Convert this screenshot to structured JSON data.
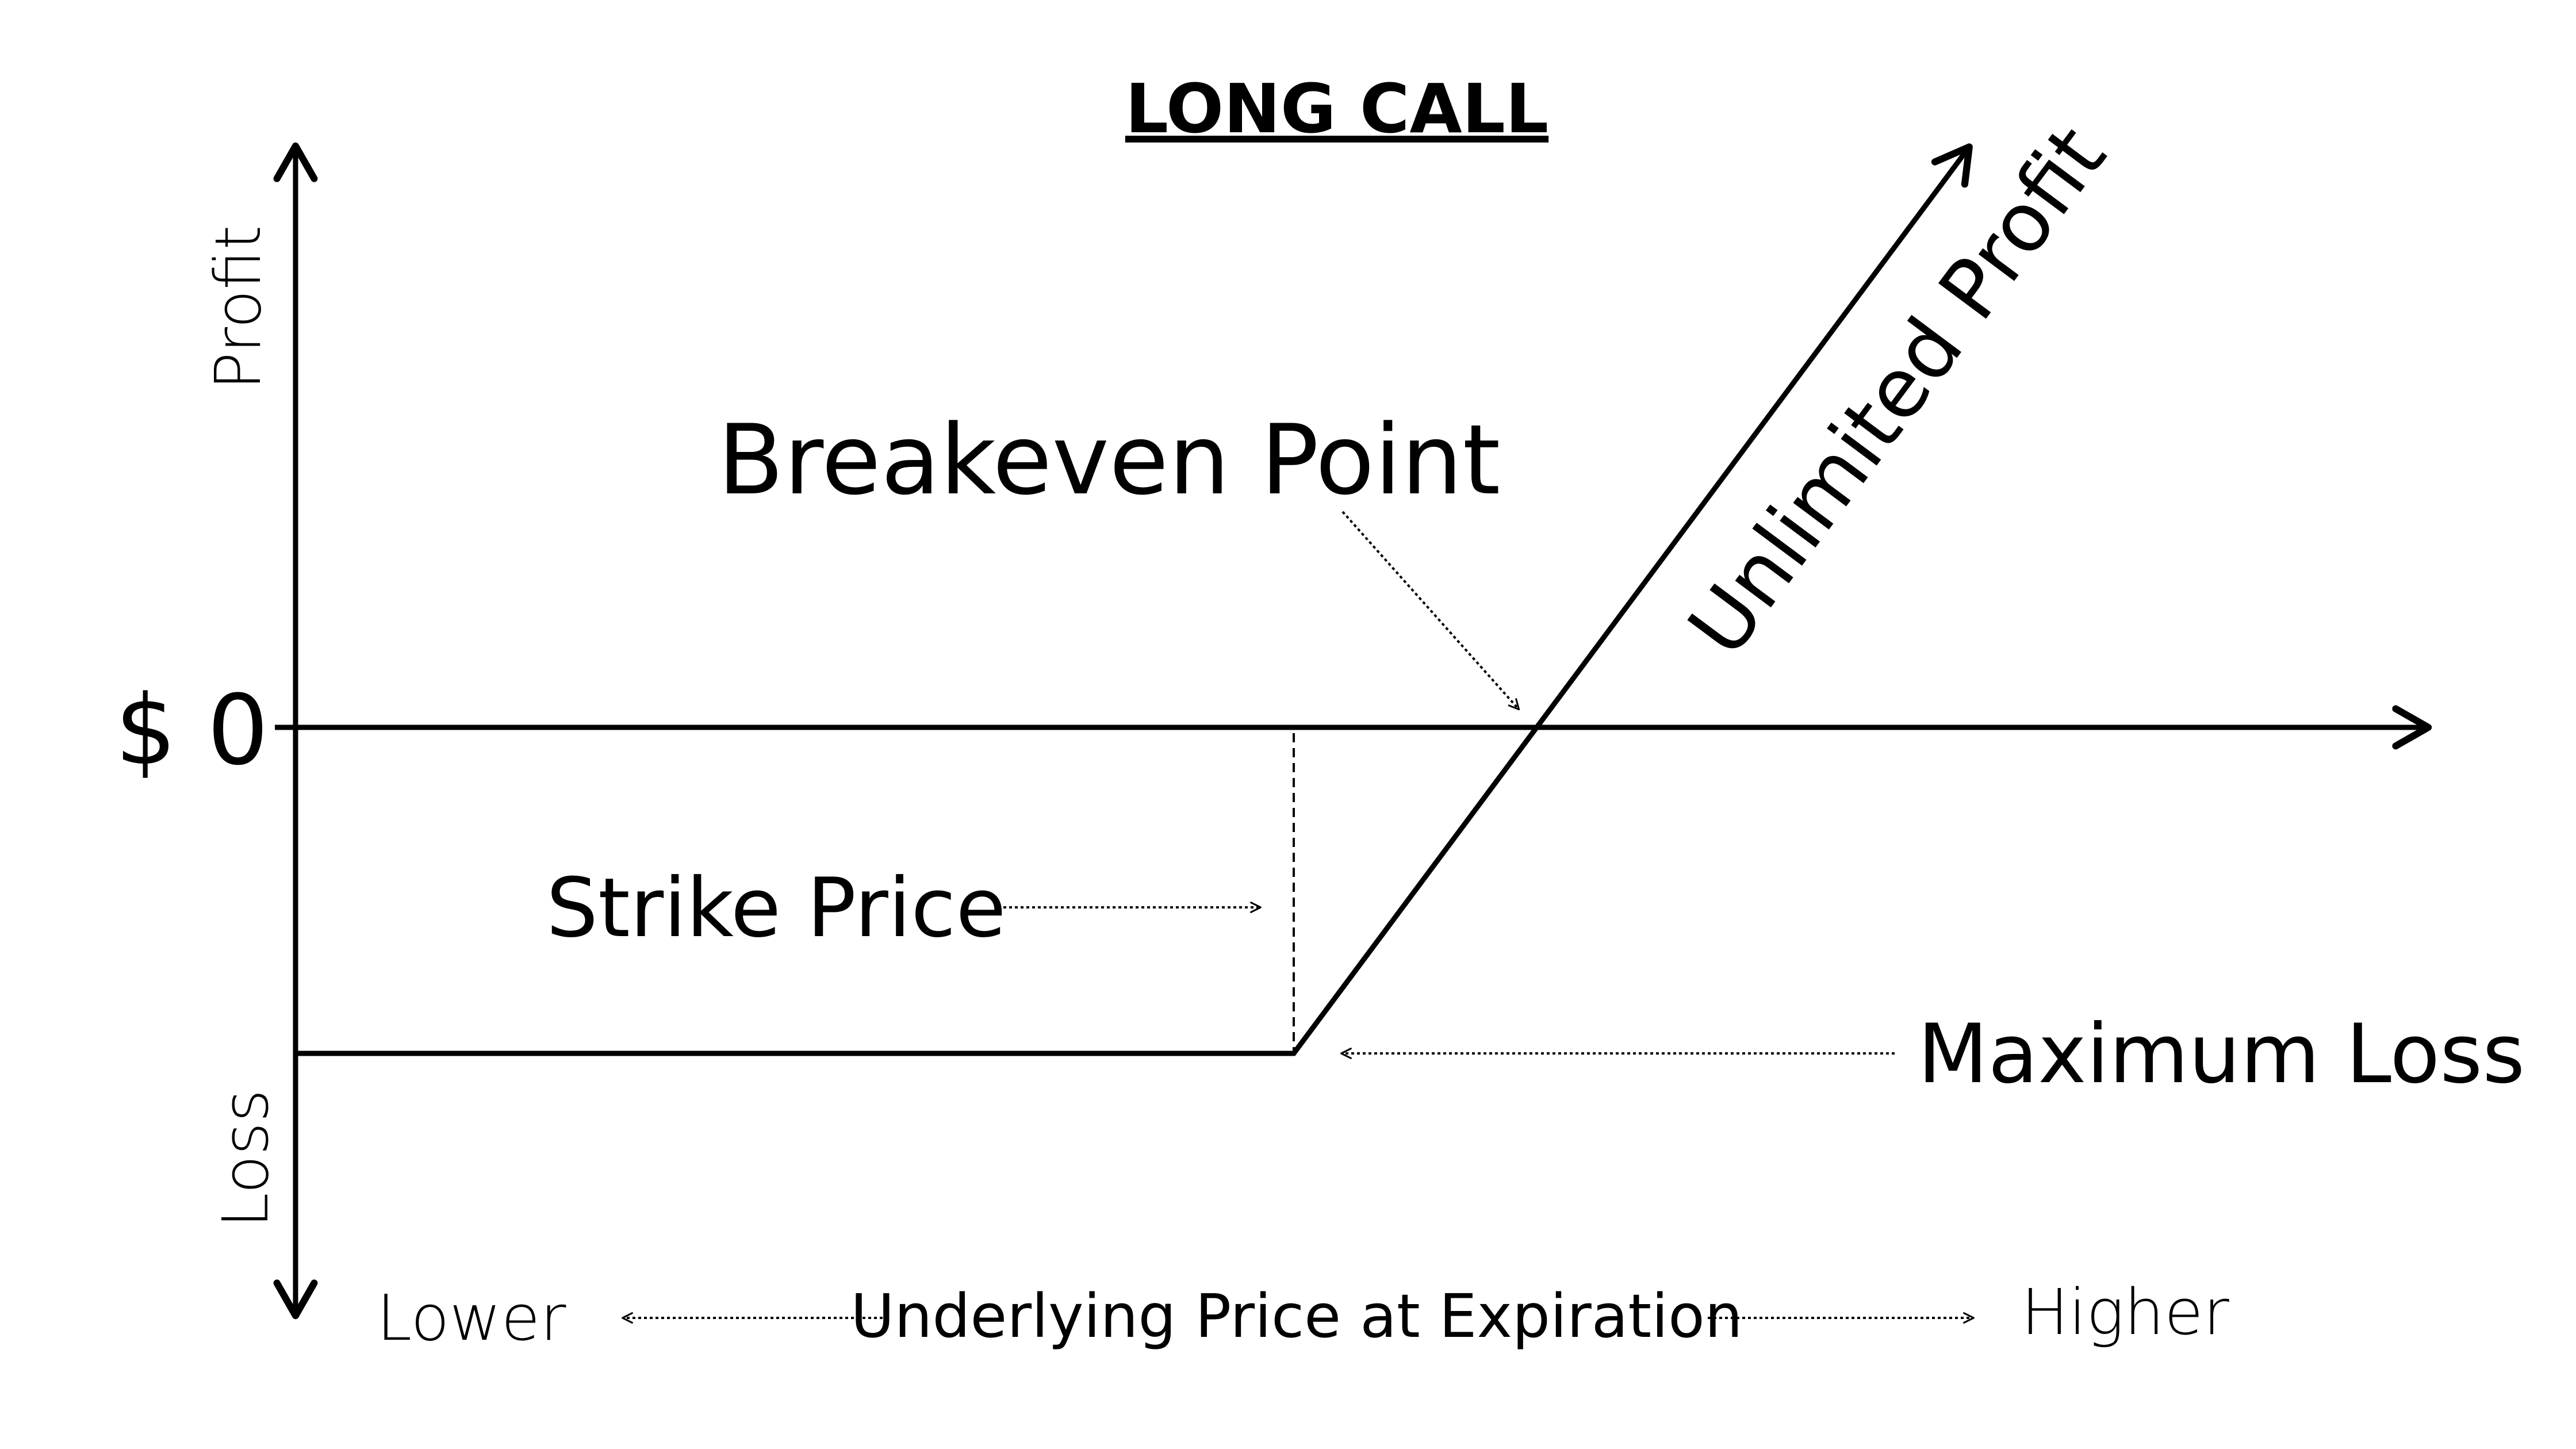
{
  "title": "LONG CALL",
  "y_axis": {
    "top_label": "Profit",
    "bottom_label": "Loss",
    "zero_label": "$ 0"
  },
  "x_axis": {
    "left_label": "Lower",
    "caption": "Underlying Price at Expiration",
    "right_label": "Higher"
  },
  "annotations": {
    "breakeven": "Breakeven Point",
    "strike": "Strike Price",
    "max_loss": "Maximum Loss",
    "unlimited": "Unlimited Profit"
  },
  "colors": {
    "ink": "#000000",
    "background": "#ffffff"
  }
}
